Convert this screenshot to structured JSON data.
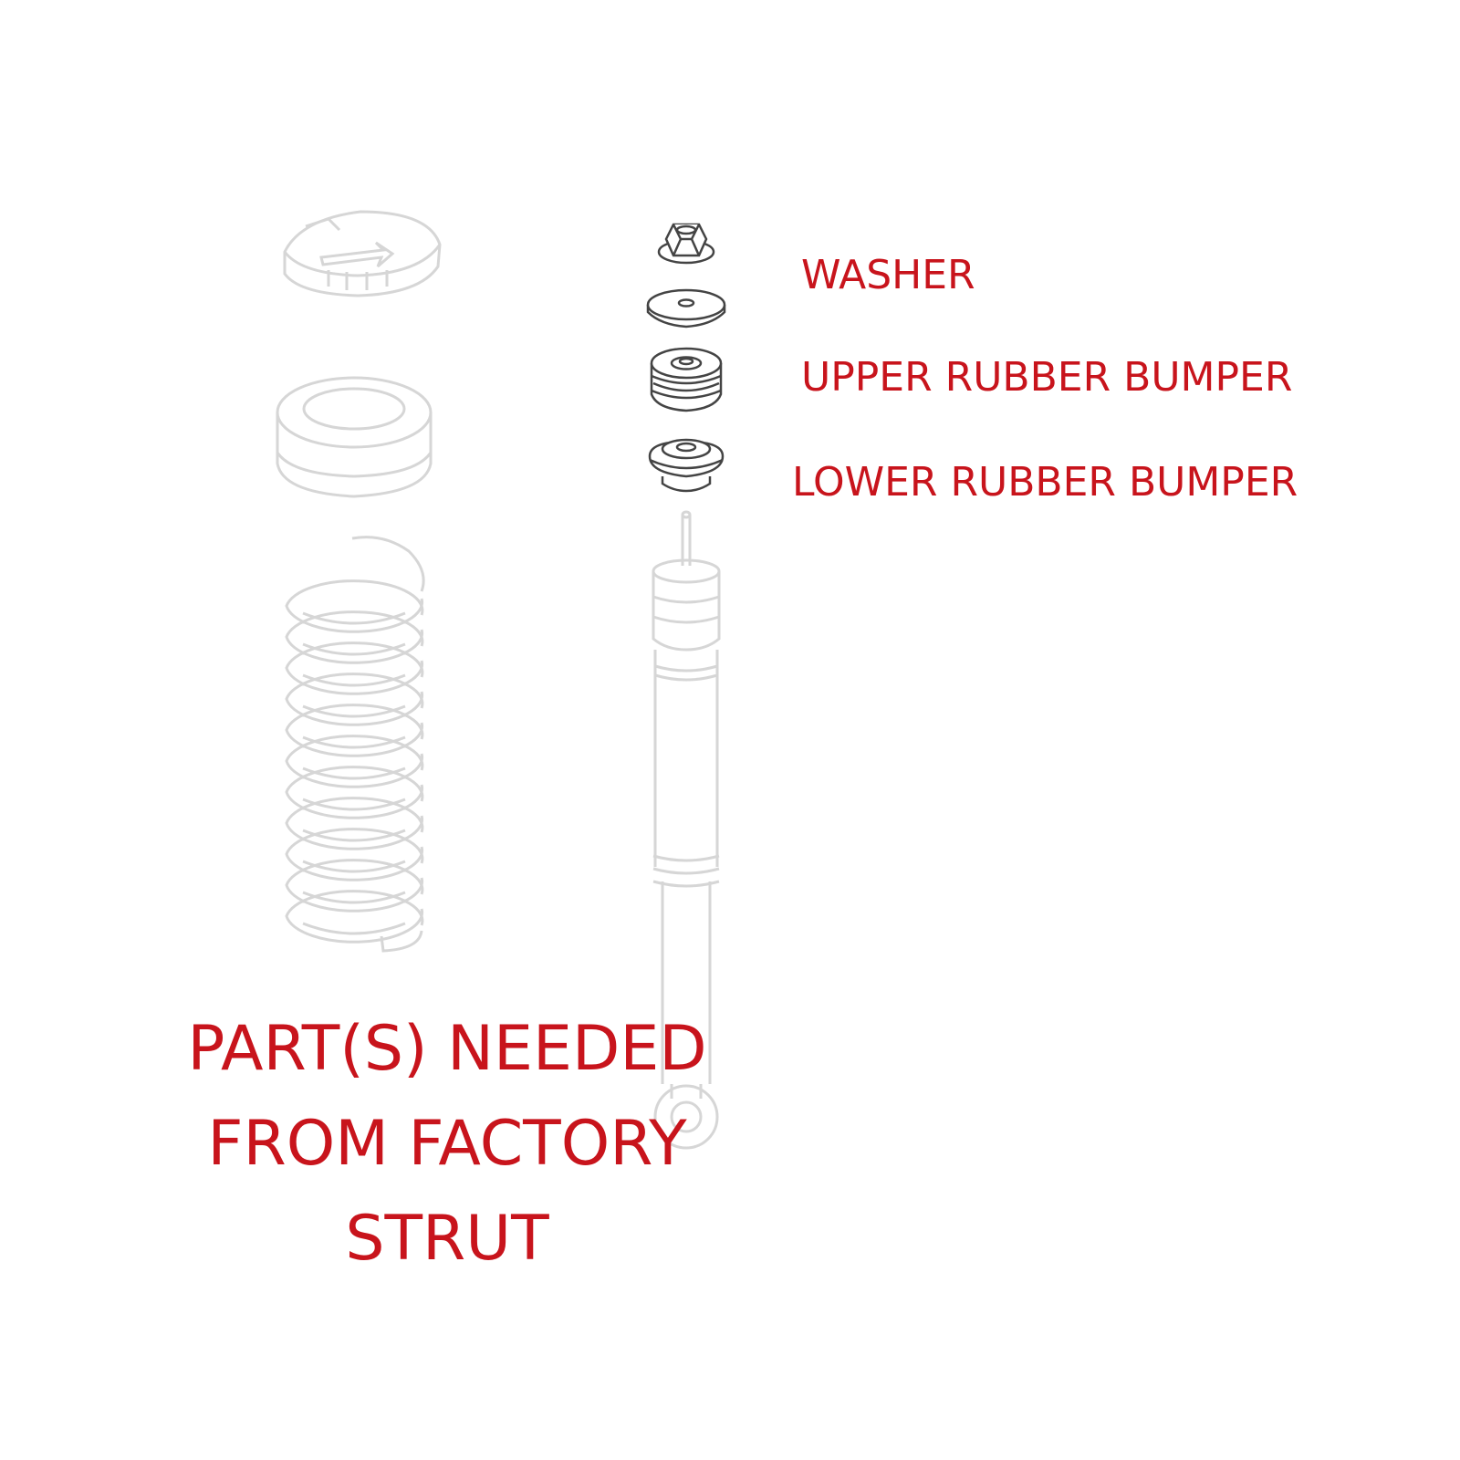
{
  "labels": {
    "washer": "WASHER",
    "upper_bumper": "UPPER RUBBER BUMPER",
    "lower_bumper": "LOWER RUBBER BUMPER"
  },
  "note": {
    "line1": "PART(S) NEEDED",
    "line2": "FROM FACTORY",
    "line3": "STRUT"
  },
  "colors": {
    "label_red": "#c8141c",
    "faded_line": "#d6d6d6",
    "part_line": "#444444"
  }
}
